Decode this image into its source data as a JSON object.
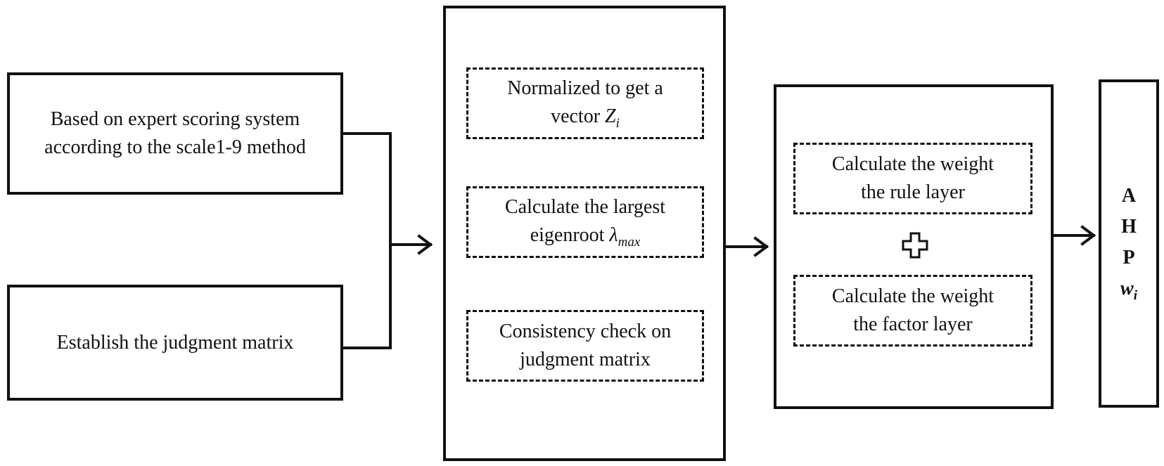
{
  "input_box_1": {
    "line1": "Based on expert scoring system",
    "line2": "according to the scale1-9 method"
  },
  "input_box_2": {
    "text": "Establish the judgment matrix"
  },
  "process_panel": {
    "step1": {
      "line1": "Normalized to get a",
      "line2_prefix": "vector ",
      "symbol": "Z",
      "subscript": "i"
    },
    "step2": {
      "line1": "Calculate the largest",
      "line2_prefix": "eigenroot ",
      "symbol": "λ",
      "subscript": "max"
    },
    "step3": {
      "line1": "Consistency check on",
      "line2": "judgment matrix"
    }
  },
  "weight_panel": {
    "rule": {
      "line1": "Calculate the weight",
      "line2": "the rule layer"
    },
    "plus_symbol": "plus-icon",
    "factor": {
      "line1": "Calculate the weight",
      "line2": "the factor layer"
    }
  },
  "result_box": {
    "letters": [
      "A",
      "H",
      "P"
    ],
    "symbol": "w",
    "subscript": "i"
  }
}
